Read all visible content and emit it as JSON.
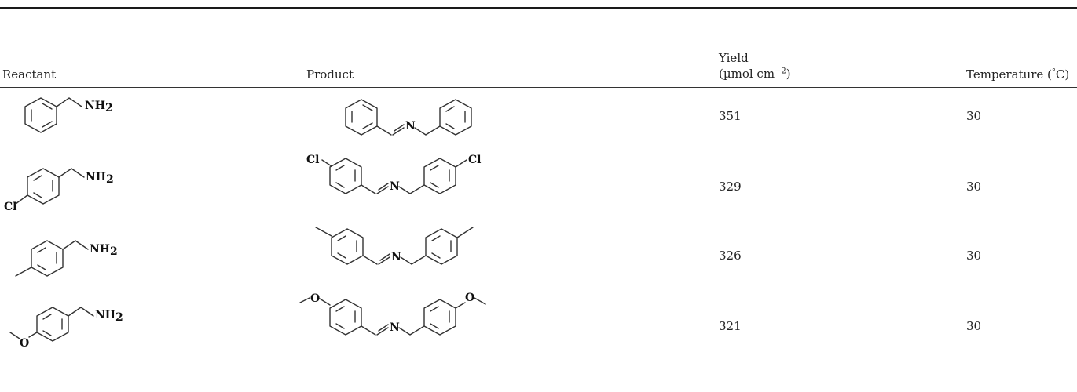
{
  "table": {
    "headers": {
      "reactant": "Reactant",
      "product": "Product",
      "yield_line1": "Yield",
      "yield_line2_pre": "(µmol cm",
      "yield_line2_sup": "−2",
      "yield_line2_post": ")",
      "temperature_pre": "Temperature (",
      "temperature_sup": "°",
      "temperature_post": "C)"
    },
    "rows": [
      {
        "reactant_label": "NH",
        "reactant_sub": "2",
        "product_n": "N",
        "yield": "351",
        "temperature": "30"
      },
      {
        "reactant_label": "NH",
        "reactant_sub": "2",
        "reactant_sub_label": "Cl",
        "product_left": "Cl",
        "product_n": "N",
        "product_right": "Cl",
        "yield": "329",
        "temperature": "30"
      },
      {
        "reactant_label": "NH",
        "reactant_sub": "2",
        "product_n": "N",
        "yield": "326",
        "temperature": "30"
      },
      {
        "reactant_label": "NH",
        "reactant_sub": "2",
        "reactant_sub_label": "O",
        "product_left": "O",
        "product_n": "N",
        "product_right": "O",
        "yield": "321",
        "temperature": "30"
      }
    ]
  }
}
